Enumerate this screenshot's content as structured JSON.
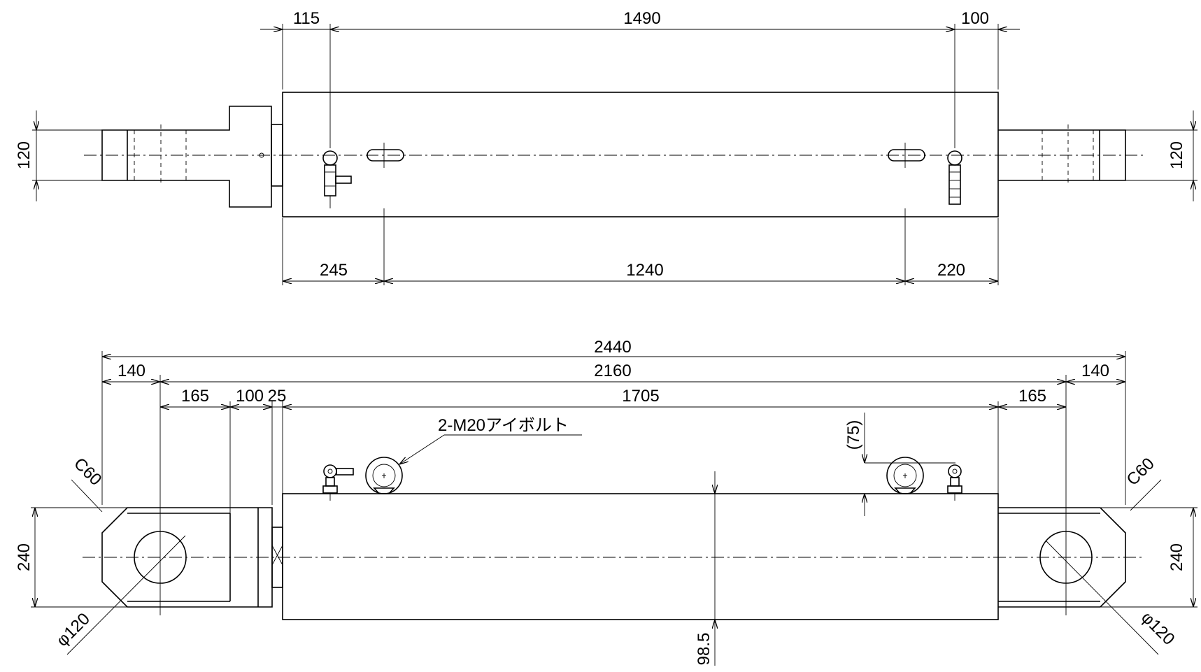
{
  "top_view": {
    "dims_top": [
      "115",
      "1490",
      "100"
    ],
    "dims_bottom": [
      "245",
      "1240",
      "220"
    ],
    "dim_left": "120",
    "dim_right": "120"
  },
  "front_view": {
    "overall": "2440",
    "pin_to_pin": "2160",
    "row3": [
      "140",
      "140"
    ],
    "row4": [
      "165",
      "100",
      "25",
      "1705",
      "165"
    ],
    "eyebolt_note": "2-M20アイボルト",
    "port_height": "(75)",
    "center_height": "98.5",
    "chamfer_left": "C60",
    "chamfer_right": "C60",
    "dim_left": "240",
    "dim_right": "240",
    "hole_left": "φ120",
    "hole_right": "φ120"
  }
}
